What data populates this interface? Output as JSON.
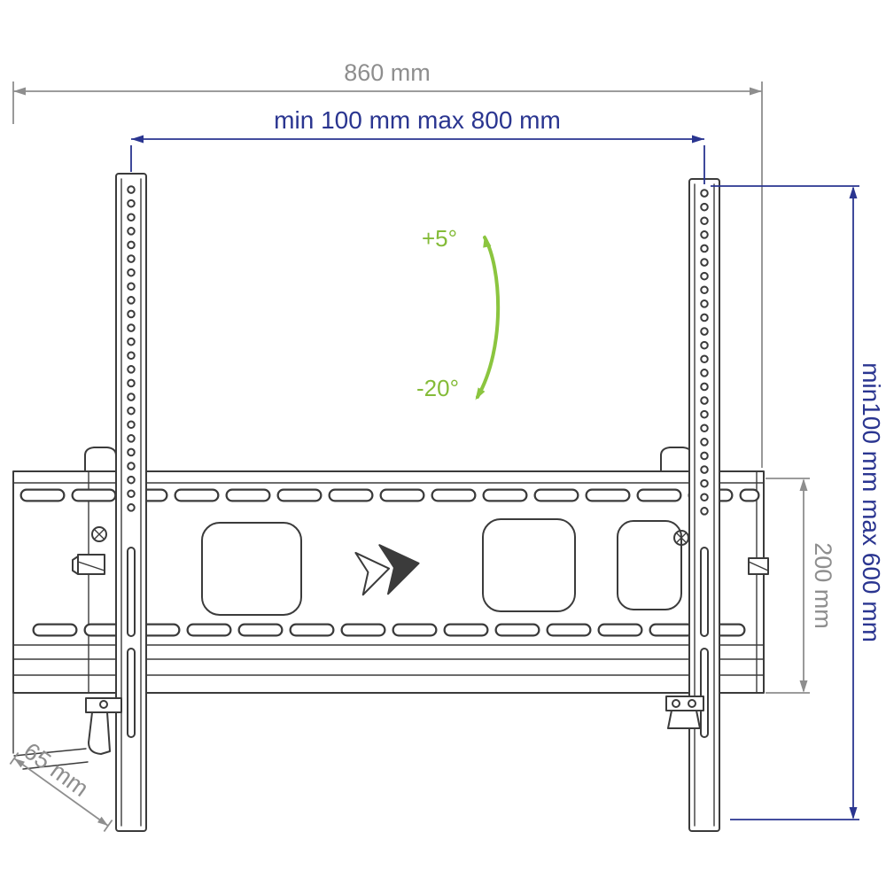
{
  "colors": {
    "dimension_gray": "#8e8e8e",
    "dimension_blue": "#2a3590",
    "tilt_green": "#8bc53f",
    "line_dark": "#3b3b3b",
    "background": "#ffffff"
  },
  "dimensions": {
    "total_width": "860 mm",
    "vesa_width": "min 100 mm max 800 mm",
    "vesa_height": "min100 mm max 600 mm",
    "bracket_height": "200 mm",
    "depth": "65 mm"
  },
  "tilt": {
    "up_label": "+5°",
    "down_label": "-20°"
  },
  "icons": {
    "brand_logo": "double-chevron-arrow",
    "tilt_arrow": "curved-double-headed-arrow"
  }
}
